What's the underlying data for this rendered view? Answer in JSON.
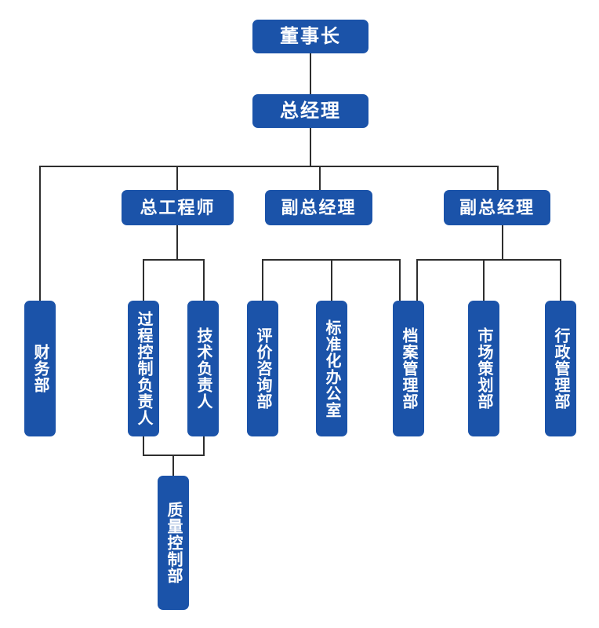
{
  "diagram": {
    "type": "organization-chart",
    "colors": {
      "box_fill": "#1B53A9",
      "box_text": "#FFFFFF",
      "connector": "#2E2E2E",
      "background": "#FFFFFF"
    },
    "nodes": {
      "chairman": {
        "label": "董事长",
        "level": 1,
        "orientation": "horizontal"
      },
      "general_manager": {
        "label": "总经理",
        "level": 2,
        "orientation": "horizontal"
      },
      "chief_engineer": {
        "label": "总工程师",
        "level": 3,
        "orientation": "horizontal"
      },
      "deputy_gm_1": {
        "label": "副总经理",
        "level": 3,
        "orientation": "horizontal"
      },
      "deputy_gm_2": {
        "label": "副总经理",
        "level": 3,
        "orientation": "horizontal"
      },
      "finance_dept": {
        "label": "财务部",
        "level": 4,
        "orientation": "vertical"
      },
      "process_control_lead": {
        "label": "过程控制负责人",
        "level": 4,
        "orientation": "vertical"
      },
      "technical_lead": {
        "label": "技术负责人",
        "level": 4,
        "orientation": "vertical"
      },
      "evaluation_consulting_dept": {
        "label": "评价咨询部",
        "level": 4,
        "orientation": "vertical"
      },
      "standardization_office": {
        "label": "标准化办公室",
        "level": 4,
        "orientation": "vertical"
      },
      "archives_management_dept": {
        "label": "档案管理部",
        "level": 4,
        "orientation": "vertical"
      },
      "market_planning_dept": {
        "label": "市场策划部",
        "level": 4,
        "orientation": "vertical"
      },
      "admin_management_dept": {
        "label": "行政管理部",
        "level": 4,
        "orientation": "vertical"
      },
      "quality_control_dept": {
        "label": "质量控制部",
        "level": 5,
        "orientation": "vertical"
      }
    },
    "hierarchy": [
      {
        "parent": "chairman",
        "child": "general_manager"
      },
      {
        "parent": "general_manager",
        "child": "finance_dept"
      },
      {
        "parent": "general_manager",
        "child": "chief_engineer"
      },
      {
        "parent": "general_manager",
        "child": "deputy_gm_1"
      },
      {
        "parent": "general_manager",
        "child": "deputy_gm_2"
      },
      {
        "parent": "chief_engineer",
        "child": "process_control_lead"
      },
      {
        "parent": "chief_engineer",
        "child": "technical_lead"
      },
      {
        "parent": "deputy_gm_1",
        "child": "evaluation_consulting_dept"
      },
      {
        "parent": "deputy_gm_1",
        "child": "standardization_office"
      },
      {
        "parent": "deputy_gm_1",
        "child": "archives_management_dept"
      },
      {
        "parent": "deputy_gm_2",
        "child": "archives_management_dept"
      },
      {
        "parent": "deputy_gm_2",
        "child": "market_planning_dept"
      },
      {
        "parent": "deputy_gm_2",
        "child": "admin_management_dept"
      },
      {
        "parent": "process_control_lead",
        "child": "quality_control_dept"
      },
      {
        "parent": "technical_lead",
        "child": "quality_control_dept"
      }
    ]
  }
}
